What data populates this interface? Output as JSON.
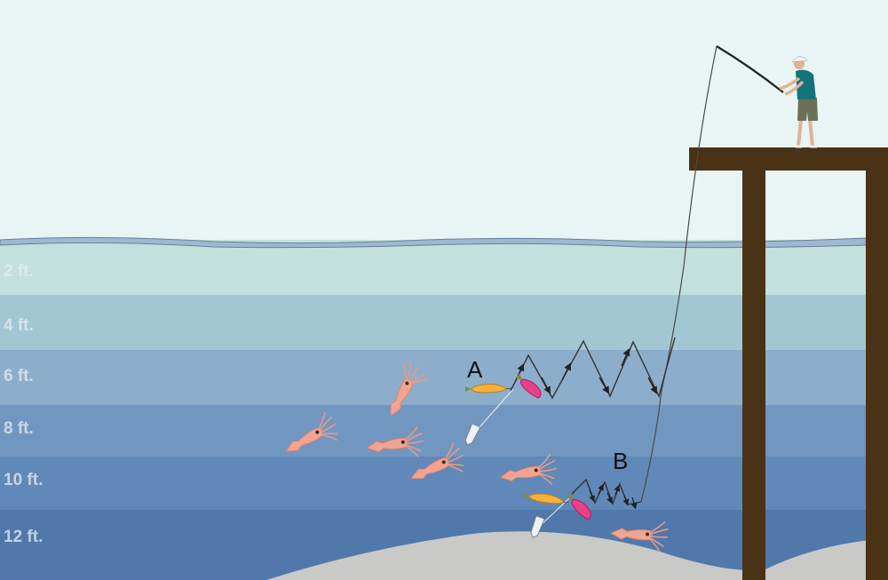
{
  "colors": {
    "sky": "#e8f5f4",
    "water_top": "#bfe0dc",
    "water_bottom": "#4f78aa",
    "seabed": "#c9c9c6",
    "pier": "#4a3216",
    "squid": "#f2a492",
    "line": "#444444"
  },
  "depth_scale": {
    "labels": [
      "2 ft.",
      "4 ft.",
      "6 ft.",
      "8 ft.",
      "10 ft.",
      "12 ft."
    ]
  },
  "markers": {
    "a": "A",
    "b": "B"
  },
  "icons": {
    "angler": "fisherman-icon",
    "squid": "squid-icon",
    "lure": "shrimp-lure-icon",
    "sinker": "sinker-icon",
    "pier": "pier-icon"
  }
}
